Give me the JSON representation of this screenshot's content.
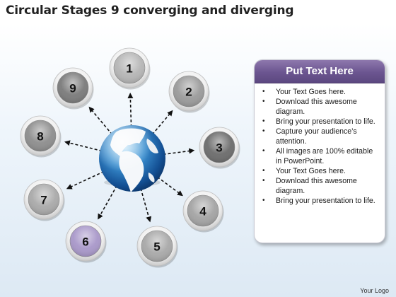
{
  "title": "Circular Stages 9 converging and diverging",
  "nodes": [
    {
      "label": "1",
      "color": "#b5b5b5"
    },
    {
      "label": "2",
      "color": "#9a9a9a"
    },
    {
      "label": "3",
      "color": "#6b6b6b"
    },
    {
      "label": "4",
      "color": "#a3a3a3"
    },
    {
      "label": "5",
      "color": "#a8a8a8"
    },
    {
      "label": "6",
      "color": "#a897c9"
    },
    {
      "label": "7",
      "color": "#a9a9a9"
    },
    {
      "label": "8",
      "color": "#8d8d8d"
    },
    {
      "label": "9",
      "color": "#7a7a7a"
    }
  ],
  "center": {
    "icon": "globe-icon"
  },
  "panel": {
    "heading": "Put Text Here",
    "header_color": "#6b5590",
    "items": [
      "Your Text Goes here.",
      "Download this awesome diagram.",
      "Bring your presentation to life.",
      "Capture your audience’s attention.",
      "All images are 100% editable in PowerPoint.",
      "Your Text Goes here.",
      "Download this awesome diagram.",
      "Bring your presentation to life."
    ]
  },
  "footer": {
    "logo_text": "Your Logo"
  }
}
